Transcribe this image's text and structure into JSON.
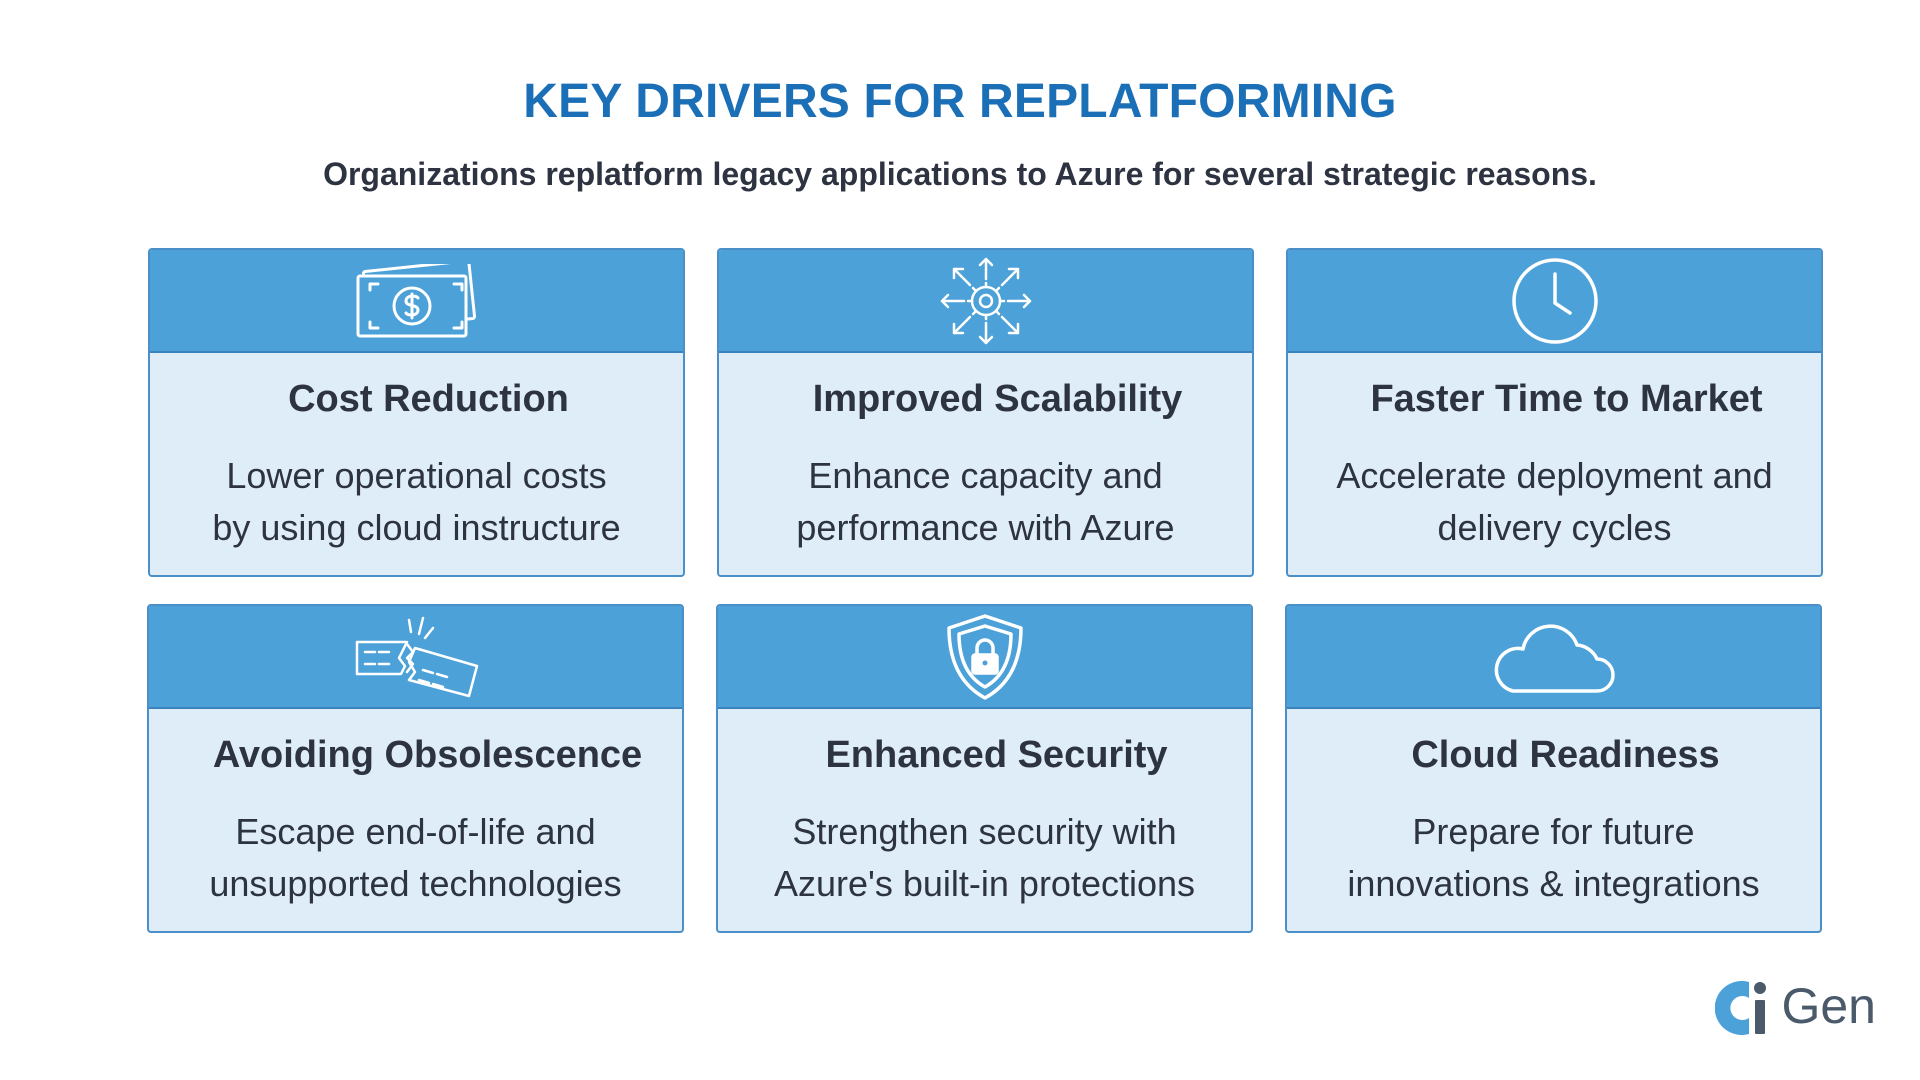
{
  "header": {
    "title": "KEY DRIVERS FOR REPLATFORMING",
    "subtitle": "Organizations replatform legacy applications to Azure for several strategic reasons."
  },
  "colors": {
    "title": "#1b6fb6",
    "card_header": "#4ba1d8",
    "card_body": "#deedf7",
    "card_border": "#4a8fc7",
    "text": "#2d3340"
  },
  "cards": [
    {
      "icon": "money-bill-icon",
      "title": "Cost Reduction",
      "desc": [
        "Lower operational costs",
        "by using cloud instructure"
      ]
    },
    {
      "icon": "gear-arrows-icon",
      "title": "Improved Scalability",
      "desc": [
        "Enhance capacity and",
        "performance with Azure"
      ]
    },
    {
      "icon": "clock-icon",
      "title": "Faster Time to Market",
      "desc": [
        "Accelerate deployment and",
        "delivery cycles"
      ]
    },
    {
      "icon": "broken-card-icon",
      "title": "Avoiding Obsolescence",
      "desc": [
        "Escape end-of-life and",
        "unsupported technologies"
      ]
    },
    {
      "icon": "shield-lock-icon",
      "title": "Enhanced Security",
      "desc": [
        "Strengthen security with",
        "Azure's built-in protections"
      ]
    },
    {
      "icon": "cloud-icon",
      "title": "Cloud Readiness",
      "desc": [
        "Prepare for future",
        "innovations & integrations"
      ]
    }
  ],
  "brand": {
    "name": "Gen",
    "icon": "gen-logo-icon"
  }
}
